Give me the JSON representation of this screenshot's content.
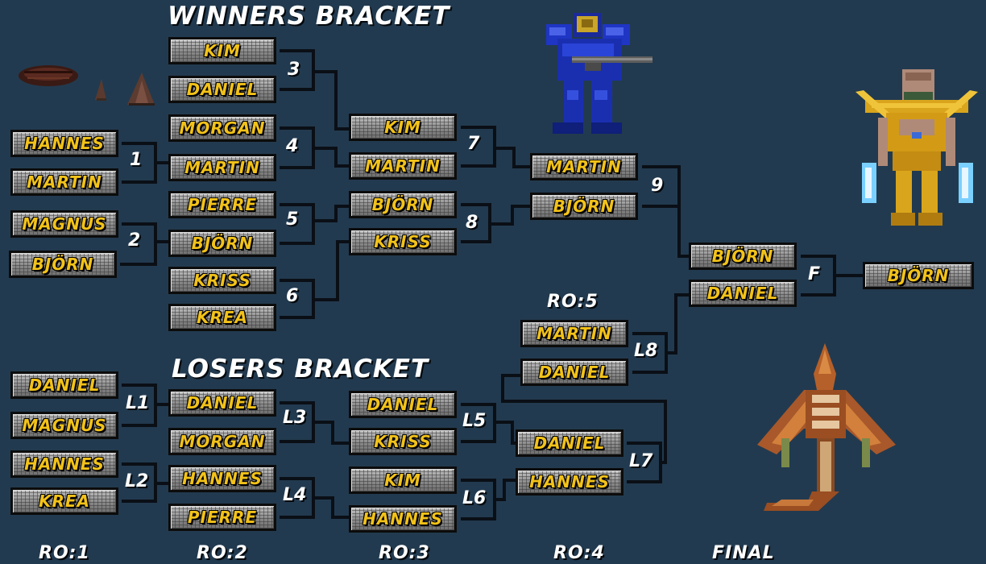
{
  "headings": {
    "winners": "WINNERS BRACKET",
    "losers": "LOSERS BRACKET"
  },
  "rounds": [
    "RO:1",
    "RO:2",
    "RO:3",
    "RO:4",
    "FINAL",
    "RO:5"
  ],
  "winners": {
    "ro1": [
      {
        "label": "1",
        "players": [
          "HANNES",
          "MARTIN"
        ]
      },
      {
        "label": "2",
        "players": [
          "MAGNUS",
          "BJÖRN"
        ]
      }
    ],
    "ro2": [
      {
        "label": "3",
        "players": [
          "KIM",
          "DANIEL"
        ]
      },
      {
        "label": "4",
        "players": [
          "MORGAN",
          "MARTIN"
        ]
      },
      {
        "label": "5",
        "players": [
          "PIERRE",
          "BJÖRN"
        ]
      },
      {
        "label": "6",
        "players": [
          "KRISS",
          "KREA"
        ]
      }
    ],
    "ro3": [
      {
        "label": "7",
        "players": [
          "KIM",
          "MARTIN"
        ]
      },
      {
        "label": "8",
        "players": [
          "BJÖRN",
          "KRISS"
        ]
      }
    ],
    "ro4": [
      {
        "label": "9",
        "players": [
          "MARTIN",
          "BJÖRN"
        ]
      }
    ],
    "final": {
      "label": "F",
      "players": [
        "BJÖRN",
        "DANIEL"
      ]
    },
    "champion": "BJÖRN"
  },
  "losers": {
    "ro1": [
      {
        "label": "L1",
        "players": [
          "DANIEL",
          "MAGNUS"
        ]
      },
      {
        "label": "L2",
        "players": [
          "HANNES",
          "KREA"
        ]
      }
    ],
    "ro2": [
      {
        "label": "L3",
        "players": [
          "DANIEL",
          "MORGAN"
        ]
      },
      {
        "label": "L4",
        "players": [
          "HANNES",
          "PIERRE"
        ]
      }
    ],
    "ro3": [
      {
        "label": "L5",
        "players": [
          "DANIEL",
          "KRISS"
        ]
      },
      {
        "label": "L6",
        "players": [
          "KIM",
          "HANNES"
        ]
      }
    ],
    "ro4": [
      {
        "label": "L7",
        "players": [
          "DANIEL",
          "HANNES"
        ]
      }
    ],
    "ro5": [
      {
        "label": "L8",
        "players": [
          "MARTIN",
          "DANIEL"
        ]
      }
    ]
  },
  "colors": {
    "background": "#223a4f",
    "name_text": "#f2c21a",
    "label_text": "#ffffff",
    "line": "#0a0f16"
  },
  "icons": [
    "marine-sprite",
    "protoss-zealot-sprite",
    "zerg-mutalisk-sprite",
    "zerg-buildings-sprite"
  ]
}
